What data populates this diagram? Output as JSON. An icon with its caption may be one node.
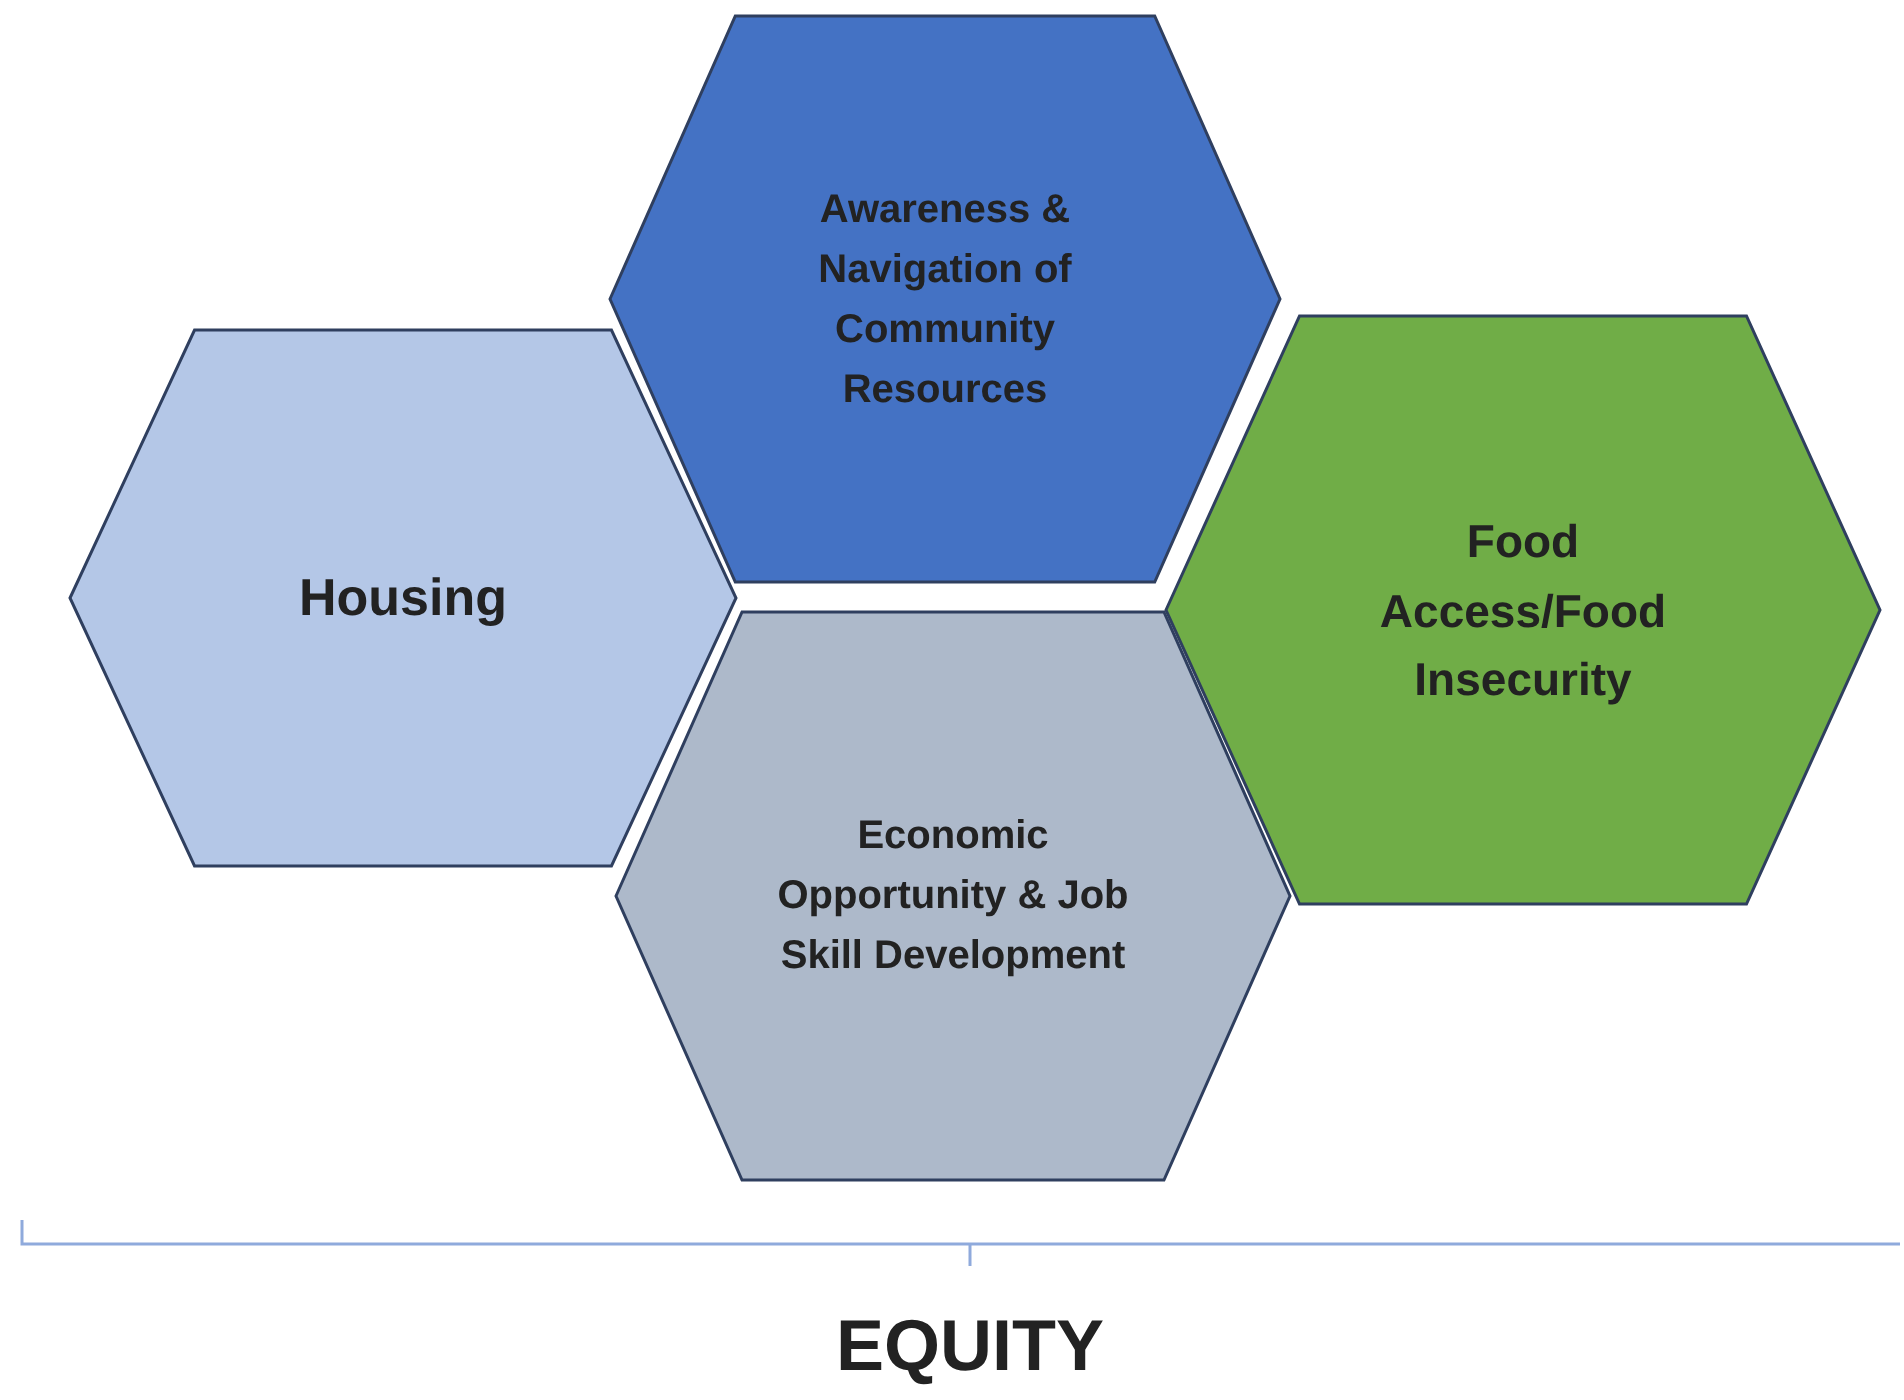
{
  "diagram": {
    "nodes": [
      {
        "text": [
          "Awareness & Navigation of Community Resources"
        ]
      },
      {
        "text": [
          "Housing"
        ]
      },
      {
        "text": [
          "Food Access/Food Insecurity"
        ]
      },
      {
        "text": [
          "Economic Opportunity & Job Skill Development"
        ]
      }
    ],
    "labels": [
      "EQUITY"
    ]
  }
}
